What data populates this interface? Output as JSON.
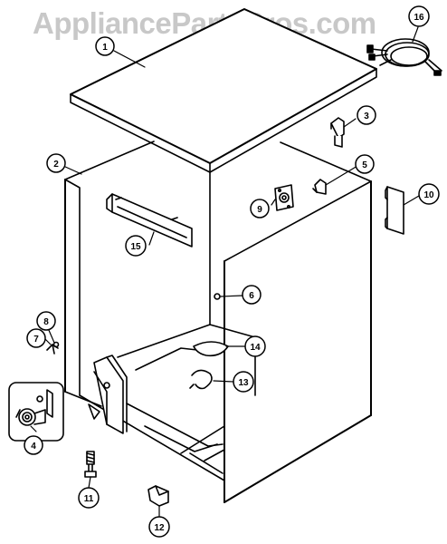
{
  "watermark": "AppliancePartsPros.com",
  "callouts": [
    "1",
    "2",
    "3",
    "4",
    "5",
    "6",
    "7",
    "8",
    "9",
    "10",
    "11",
    "12",
    "13",
    "14",
    "15",
    "16"
  ],
  "colors": {
    "line": "#000000",
    "watermark": "#c8c8c8",
    "background": "#ffffff"
  }
}
